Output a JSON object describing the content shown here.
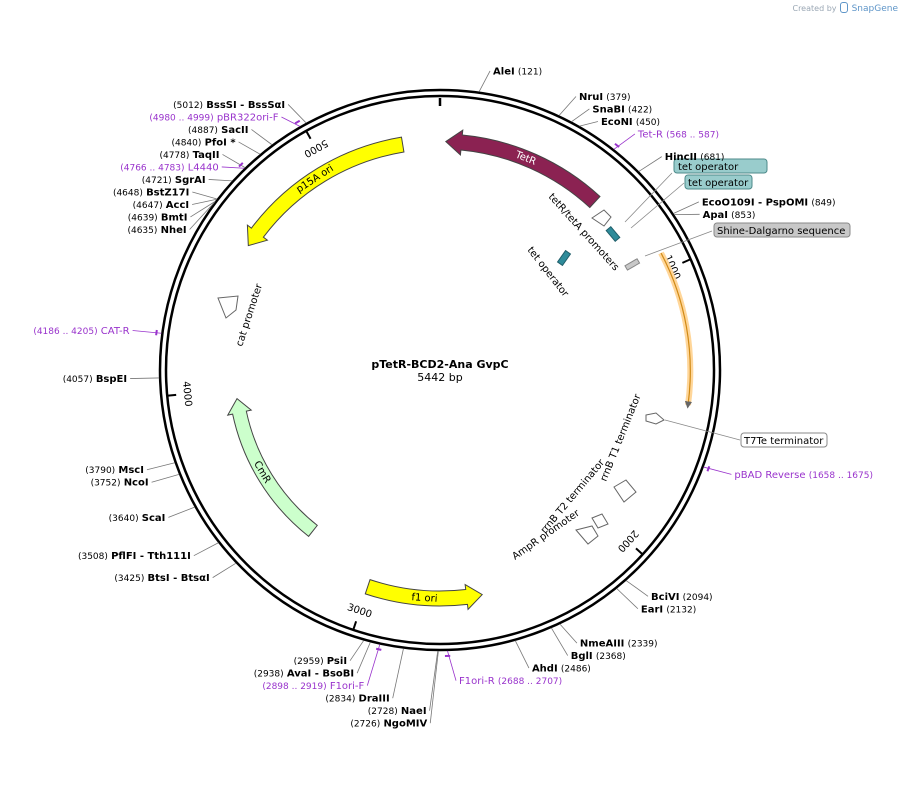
{
  "app": {
    "badge_prefix": "Created by",
    "badge_brand": "SnapGene"
  },
  "plasmid": {
    "name": "pTetR-BCD2-Ana GvpC",
    "size_label": "5442 bp",
    "length_bp": 5442
  },
  "colors": {
    "tetr": "#8b2252",
    "ori": "#ffff00",
    "cmr": "#ccffcc",
    "orange_feature": "#ffd699",
    "primer": "#9933cc",
    "operator_box": "#99cccc",
    "sd_box": "#c8c8c8"
  },
  "coordinate_ticks": [
    {
      "bp": 1000,
      "label": "1000"
    },
    {
      "bp": 2000,
      "label": "2000"
    },
    {
      "bp": 3000,
      "label": "3000"
    },
    {
      "bp": 4000,
      "label": "4000"
    },
    {
      "bp": 5000,
      "label": "5000"
    }
  ],
  "features": [
    {
      "name": "TetR",
      "start": 22,
      "end": 645,
      "direction": "reverse",
      "track": "r1",
      "color": "#8b2252",
      "label_color": "#ffffff"
    },
    {
      "name": "p15A ori",
      "start": 4580,
      "end": 5300,
      "direction": "reverse",
      "track": "r1",
      "color": "#ffff00",
      "label_color": "#000000"
    },
    {
      "name": "f1 ori",
      "start": 2560,
      "end": 3000,
      "direction": "reverse",
      "track": "r1",
      "color": "#ffff00",
      "label_color": "#000000"
    },
    {
      "name": "CmR",
      "start": 3300,
      "end": 3960,
      "direction": "forward",
      "track": "r2",
      "color": "#ccffcc",
      "label_color": "#000000"
    }
  ],
  "inner_labels": [
    {
      "text": "tetR/tetA promoters"
    },
    {
      "text": "tet operator"
    },
    {
      "text": "cat promoter"
    },
    {
      "text": "T7Te terminator"
    },
    {
      "text": "rrnB T1 terminator"
    },
    {
      "text": "rrnB T2 terminator"
    },
    {
      "text": "AmpR promoter"
    }
  ],
  "boxed_labels": [
    {
      "text": "tet operator",
      "style": "operator"
    },
    {
      "text": "tet operator",
      "style": "operator"
    },
    {
      "text": "Shine-Dalgarno sequence",
      "style": "sd"
    },
    {
      "text": "T7Te terminator",
      "style": "plain"
    }
  ],
  "primers": [
    {
      "name": "Tet-R",
      "range": "(568 .. 587)",
      "bp": 578
    },
    {
      "name": "pBAD Reverse",
      "range": "(1658 .. 1675)",
      "bp": 1666
    },
    {
      "name": "F1ori-R",
      "range": "(2688 .. 2707)",
      "bp": 2698
    },
    {
      "name": "F1ori-F",
      "range": "(2898 .. 2919)",
      "bp": 2908
    },
    {
      "name": "CAT-R",
      "range": "(4186 .. 4205)",
      "bp": 4195
    },
    {
      "name": "L4440",
      "range": "(4766 .. 4783)",
      "bp": 4775
    },
    {
      "name": "pBR322ori-F",
      "range": "(4980 .. 4999)",
      "bp": 4990
    }
  ],
  "enzymes": [
    {
      "name": "AleI",
      "pos": "(121)",
      "bp": 121
    },
    {
      "name": "NruI",
      "pos": "(379)",
      "bp": 379
    },
    {
      "name": "SnaBI",
      "pos": "(422)",
      "bp": 422
    },
    {
      "name": "EcoNI",
      "pos": "(450)",
      "bp": 450
    },
    {
      "name": "HincII",
      "pos": "(681)",
      "bp": 681
    },
    {
      "name": "EcoO109I - PspOMI",
      "pos": "(849)",
      "bp": 849
    },
    {
      "name": "ApaI",
      "pos": "(853)",
      "bp": 853
    },
    {
      "name": "BciVI",
      "pos": "(2094)",
      "bp": 2094
    },
    {
      "name": "EarI",
      "pos": "(2132)",
      "bp": 2132
    },
    {
      "name": "NmeAIII",
      "pos": "(2339)",
      "bp": 2339
    },
    {
      "name": "BglI",
      "pos": "(2368)",
      "bp": 2368
    },
    {
      "name": "AhdI",
      "pos": "(2486)",
      "bp": 2486
    },
    {
      "name": "NgoMIV",
      "pos": "(2726)",
      "bp": 2726
    },
    {
      "name": "NaeI",
      "pos": "(2728)",
      "bp": 2728
    },
    {
      "name": "DraIII",
      "pos": "(2834)",
      "bp": 2834
    },
    {
      "name": "AvaI - BsoBI",
      "pos": "(2938)",
      "bp": 2938
    },
    {
      "name": "PsiI",
      "pos": "(2959)",
      "bp": 2959
    },
    {
      "name": "BtsI - BtsαI",
      "pos": "(3425)",
      "bp": 3425
    },
    {
      "name": "PflFI - Tth111I",
      "pos": "(3508)",
      "bp": 3508
    },
    {
      "name": "ScaI",
      "pos": "(3640)",
      "bp": 3640
    },
    {
      "name": "NcoI",
      "pos": "(3752)",
      "bp": 3752
    },
    {
      "name": "MscI",
      "pos": "(3790)",
      "bp": 3790
    },
    {
      "name": "BspEI",
      "pos": "(4057)",
      "bp": 4057
    },
    {
      "name": "NheI",
      "pos": "(4635)",
      "bp": 4635
    },
    {
      "name": "BmtI",
      "pos": "(4639)",
      "bp": 4639
    },
    {
      "name": "AccI",
      "pos": "(4647)",
      "bp": 4647
    },
    {
      "name": "BstZ17I",
      "pos": "(4648)",
      "bp": 4648
    },
    {
      "name": "SgrAI",
      "pos": "(4721)",
      "bp": 4721
    },
    {
      "name": "TaqII",
      "pos": "(4778)",
      "bp": 4778
    },
    {
      "name": "PfoI *",
      "pos": "(4840)",
      "bp": 4840
    },
    {
      "name": "SacII",
      "pos": "(4887)",
      "bp": 4887
    },
    {
      "name": "BssSI - BssSαI",
      "pos": "(5012)",
      "bp": 5012
    }
  ]
}
